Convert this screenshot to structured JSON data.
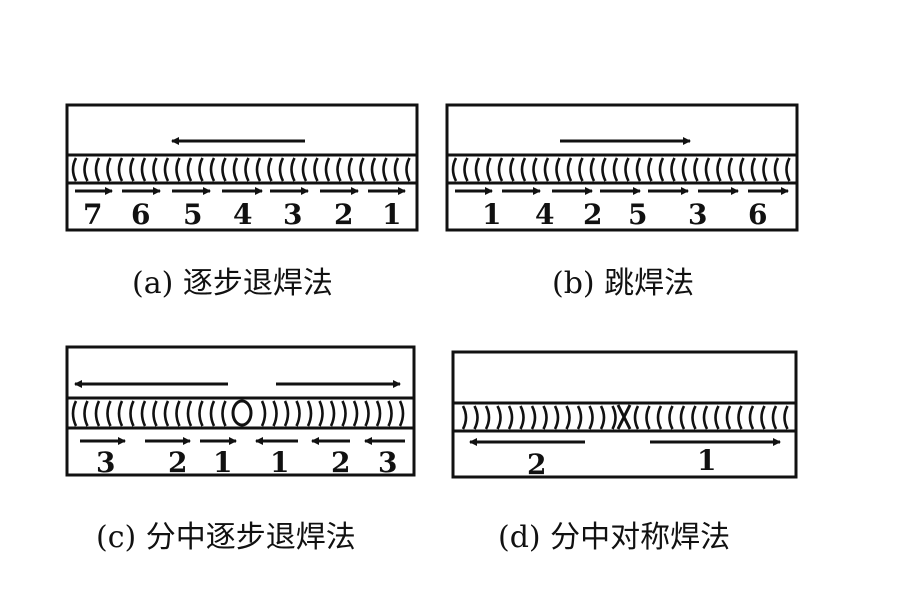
{
  "panels": [
    {
      "id": "a",
      "caption": "(a) 逐步退焊法",
      "numbers": [
        "7",
        "6",
        "5",
        "4",
        "3",
        "2",
        "1"
      ]
    },
    {
      "id": "b",
      "caption": "(b) 跳焊法",
      "numbers": [
        "1",
        "4",
        "2",
        "5",
        "3",
        "6"
      ]
    },
    {
      "id": "c",
      "caption": "(c) 分中逐步退焊法",
      "numbers": [
        "3",
        "2",
        "1",
        "1",
        "2",
        "3"
      ]
    },
    {
      "id": "d",
      "caption": "(d) 分中对称焊法",
      "numbers": [
        "2",
        "1"
      ]
    }
  ]
}
